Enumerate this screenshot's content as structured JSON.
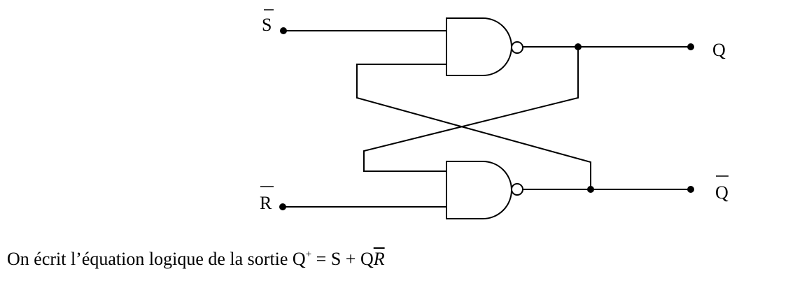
{
  "labels": {
    "s_bar": "S",
    "r_bar": "R",
    "q": "Q",
    "q_bar": "Q"
  },
  "caption": {
    "prefix": "On écrit l’équation logique de la sortie Q",
    "superscript": "+",
    "middle": " = S + Q",
    "r_bar": "R"
  }
}
